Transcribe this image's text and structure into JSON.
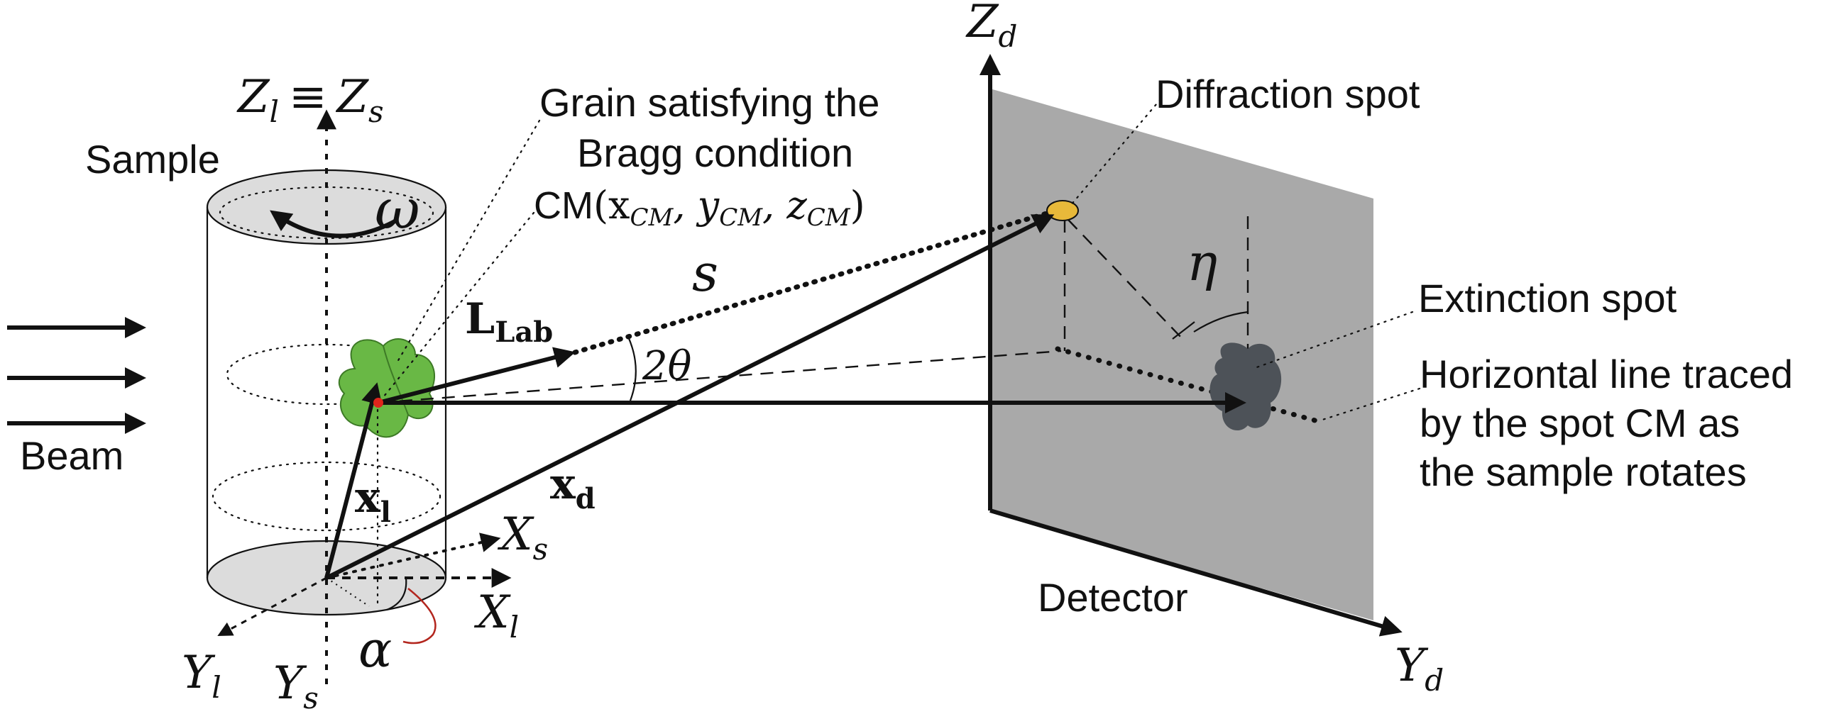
{
  "labels": {
    "sample": "Sample",
    "beam": "Beam",
    "grain_line1": "Grain satisfying the",
    "grain_line2": "Bragg condition",
    "cm_prefix": "CM",
    "cm_args": "(x",
    "cm_x_sub": "CM",
    "cm_y": ", y",
    "cm_y_sub": "CM",
    "cm_z": ", z",
    "cm_z_sub": "CM",
    "cm_close": ")",
    "diffraction_spot": "Diffraction spot",
    "extinction_spot": "Extinction spot",
    "horizontal_line1": "Horizontal line traced",
    "horizontal_line2": "by the spot CM as",
    "horizontal_line3": "the sample rotates",
    "detector": "Detector"
  },
  "symbols": {
    "z_l": "Z",
    "z_l_sub": "l",
    "equiv": "≡",
    "z_s": "Z",
    "z_s_sub": "s",
    "omega": "ω",
    "s": "s",
    "two_theta": "2θ",
    "eta": "η",
    "l_lab": "L",
    "l_lab_sub": "Lab",
    "x_l": "x",
    "x_l_sub": "l",
    "x_d": "x",
    "x_d_sub": "d",
    "X_s": "X",
    "X_s_sub": "s",
    "X_l": "X",
    "X_l_sub": "l",
    "Y_l": "Y",
    "Y_l_sub": "l",
    "Y_s": "Y",
    "Y_s_sub": "s",
    "alpha": "α",
    "Z_d": "Z",
    "Z_d_sub": "d",
    "Y_d": "Y",
    "Y_d_sub": "d"
  },
  "colors": {
    "grain_fill": "#69b845",
    "grain_stroke": "#3d7a26",
    "cm_point": "#e0261c",
    "diffraction_spot": "#e8b93a",
    "extinction_spot": "#4d5258",
    "detector_fill": "#a9a9a9",
    "cylinder_end": "#dcdcdc",
    "alpha_arc": "#b3261e"
  }
}
